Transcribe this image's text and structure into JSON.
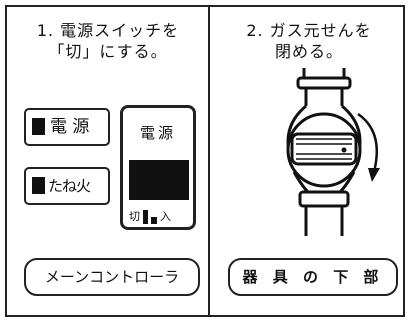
{
  "step1": {
    "title_line1": "1. 電源スイッチを",
    "title_line2": "「切」にする。"
  },
  "step2": {
    "title_line1": "2. ガス元せんを",
    "title_line2": "閉める。"
  },
  "controller": {
    "power_button_label": "電 源",
    "pilot_button_label": "たね火",
    "panel_title": "電源",
    "switch_off_label": "切",
    "switch_on_label": "入"
  },
  "labels": {
    "main_controller": "メーンコントローラ",
    "appliance_bottom": "器 具 の 下 部"
  },
  "colors": {
    "ink": "#111111",
    "background": "#ffffff"
  }
}
